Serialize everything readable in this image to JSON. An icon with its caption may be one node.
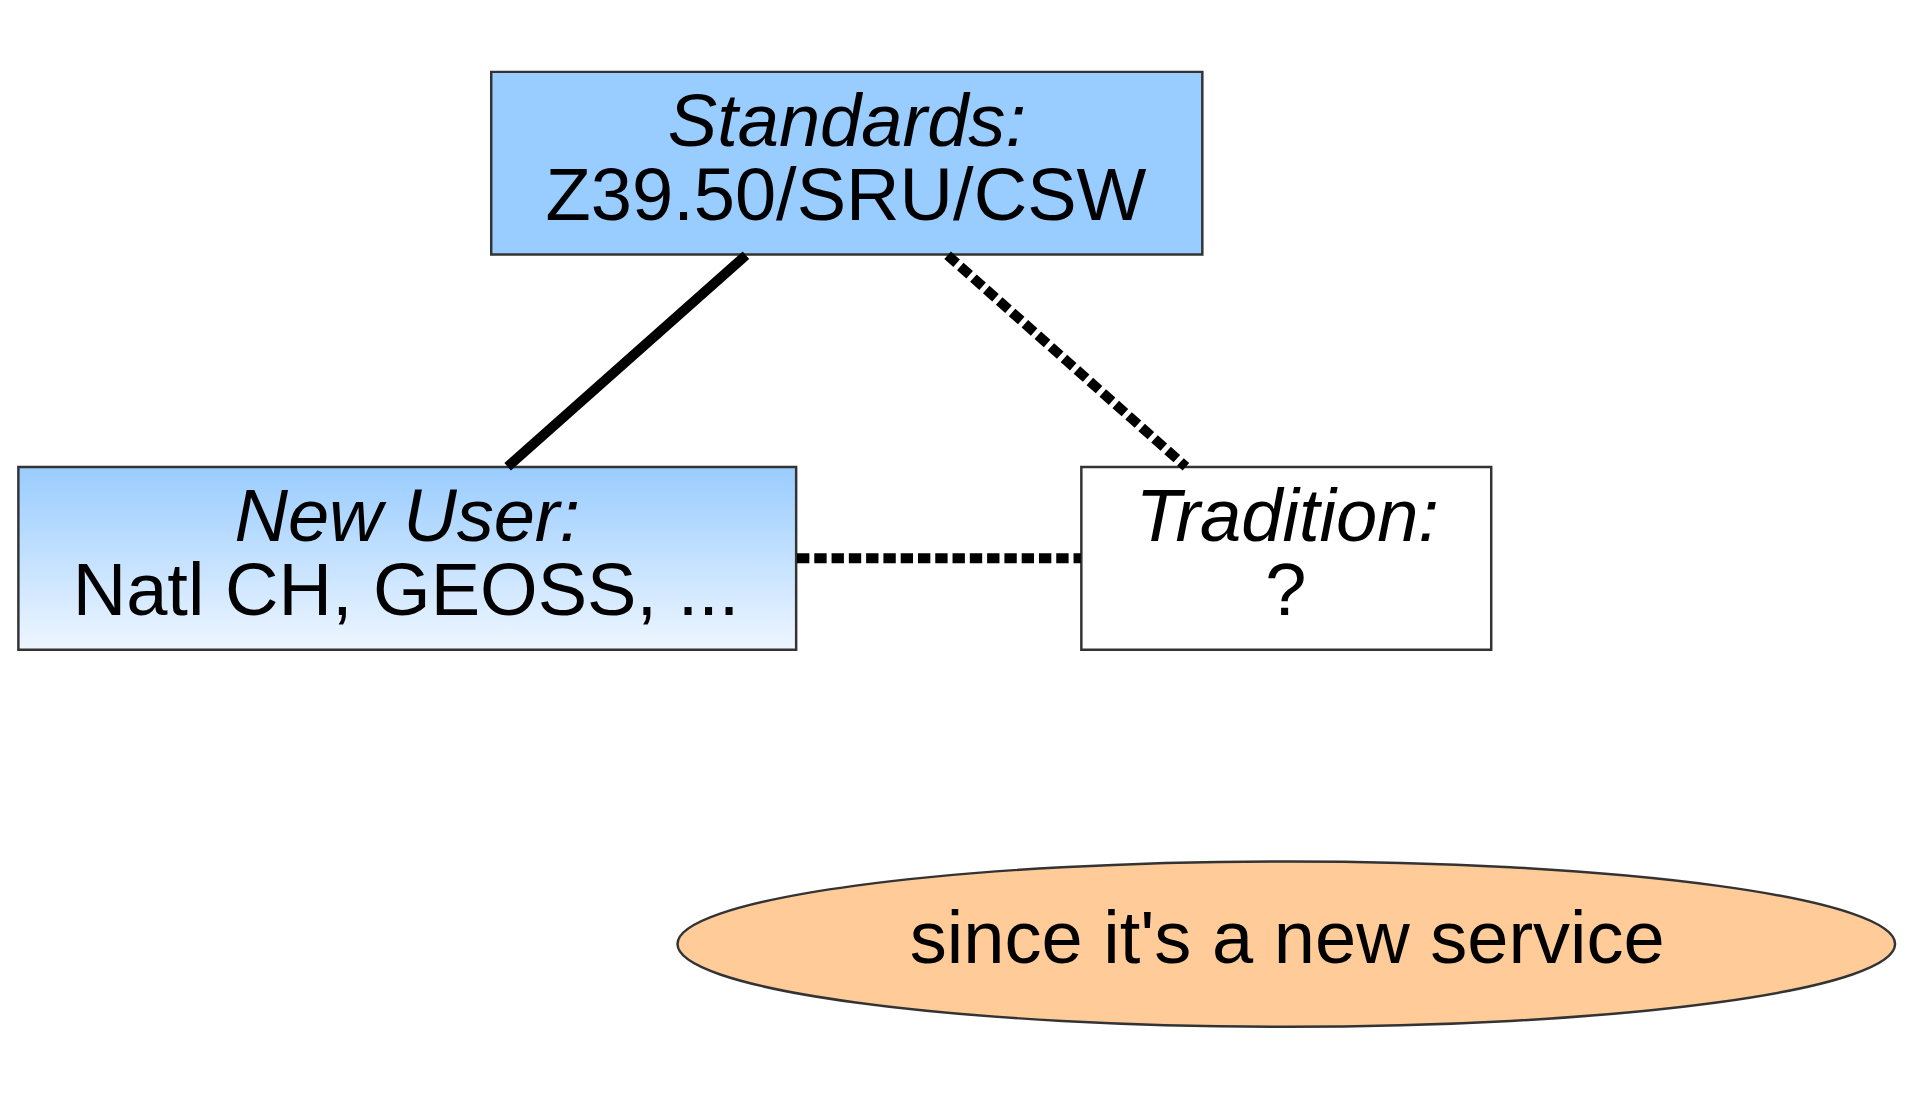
{
  "diagram": {
    "nodes": [
      {
        "text": [
          "Standards:",
          "Z39.50/SRU/CSW"
        ]
      },
      {
        "text": [
          "New User:",
          "Natl CH, GEOSS, ..."
        ]
      },
      {
        "text": [
          "Tradition:",
          "?"
        ]
      },
      {
        "text": [
          "since it's a new service"
        ]
      }
    ],
    "edges": [
      {
        "from": 0,
        "to": 1,
        "arrow": "none"
      },
      {
        "from": 0,
        "to": 2,
        "arrow": "none",
        "style": "dashed"
      },
      {
        "from": 1,
        "to": 2,
        "arrow": "none",
        "style": "dashed"
      }
    ]
  }
}
